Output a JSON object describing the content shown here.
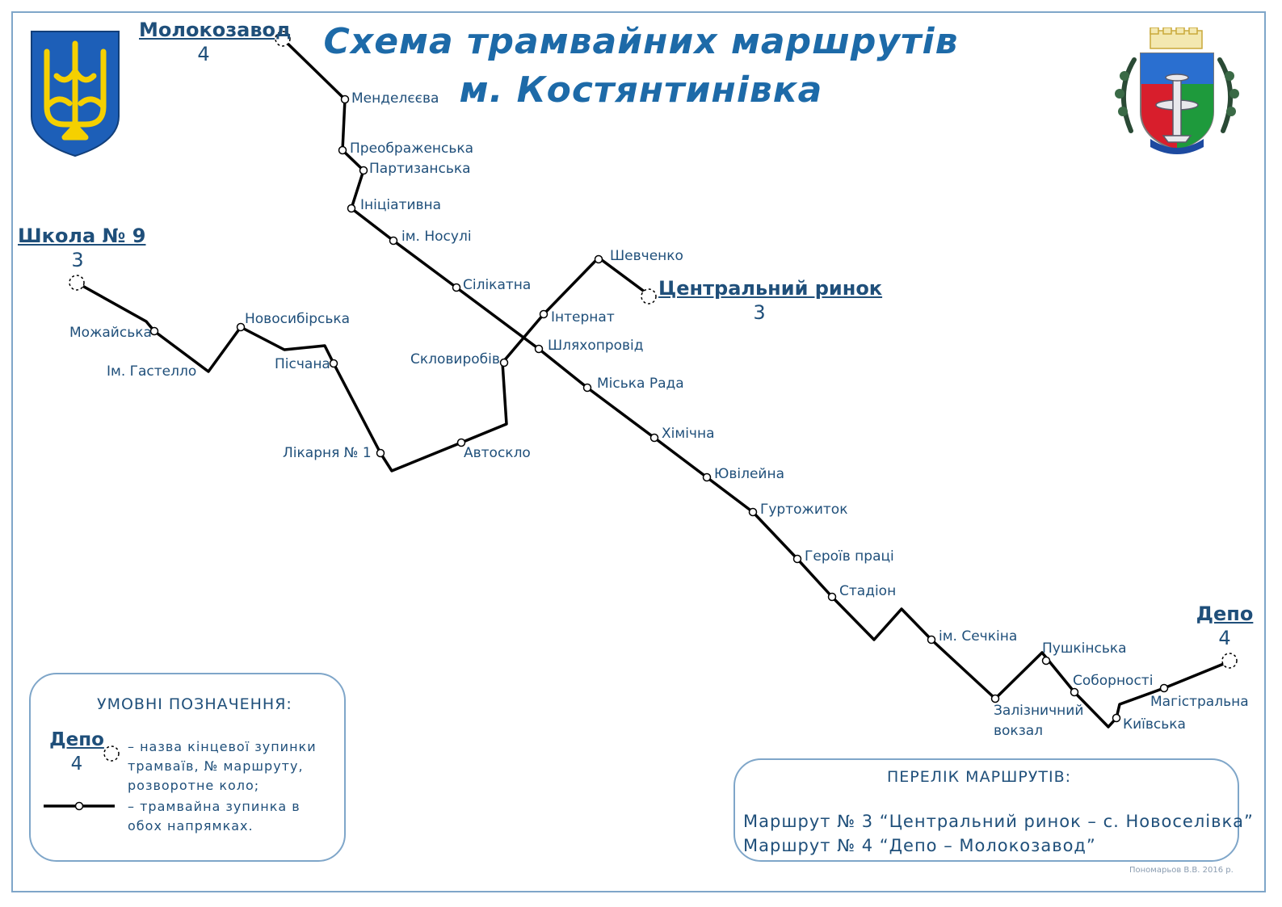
{
  "title": {
    "line1": "Схема трамвайних маршрутів",
    "line2": "м. Костянтинівка"
  },
  "colors": {
    "text": "#1f4f7a",
    "title": "#1d6aa8",
    "frame": "#7fa6c9",
    "line": "#000000",
    "coat_blue": "#1d5fb8",
    "coat_yellow": "#f5d000",
    "crest_red": "#d81e2c",
    "crest_green": "#1e9a3c"
  },
  "icons": {
    "left_emblem": "trident-coat-of-arms-icon",
    "right_emblem": "city-coat-of-arms-icon"
  },
  "terminals": {
    "molokozavod": {
      "name": "Молокозавод",
      "route": "4"
    },
    "shkola9": {
      "name": "Школа № 9",
      "route": "3"
    },
    "tsentralnyi_rynok": {
      "name": "Центральний ринок",
      "route": "3"
    },
    "depo": {
      "name": "Депо",
      "route": "4"
    }
  },
  "stops": {
    "mendelieieva": "Менделєєва",
    "preobrazhenska": "Преображенська",
    "partyzanska": "Партизанська",
    "initsiatyvna": "Ініціативна",
    "nosuli": "ім. Носулі",
    "silikatna": "Сілікатна",
    "shevchenko": "Шевченко",
    "internat": "Інтернат",
    "shliakhoprovid": "Шляхопровід",
    "sklovyrobiv": "Скловиробів",
    "miska_rada": "Міська Рада",
    "khimichna": "Хімічна",
    "yuvileina": "Ювілейна",
    "hurtozhytok": "Гуртожиток",
    "heroiv_pratsi": "Героїв праці",
    "stadion": "Стадіон",
    "sechkina": "ім. Сечкіна",
    "pushkinska": "Пушкінська",
    "sobornosti": "Соборності",
    "mahistralna": "Магістральна",
    "kyivska": "Київська",
    "zaliznychnyi_vokzal": "Залізничний вокзал",
    "mozhaiska": "Можайська",
    "hastello": "Ім. Гастелло",
    "novosybirska": "Новосибірська",
    "pischana": "Пісчана",
    "likarnia": "Лікарня № 1",
    "avtosklo": "Автоскло"
  },
  "legend": {
    "title": "УМОВНІ ПОЗНАЧЕННЯ:",
    "sample_name": "Депо",
    "sample_route": "4",
    "terminal_desc": "– назва кінцевої зупинки трамваїв, № маршруту, розворотне коло;",
    "stop_desc": "– трамвайна зупинка в обох напрямках."
  },
  "routes_list": {
    "title": "ПЕРЕЛІК МАРШРУТІВ:",
    "route3": "Маршрут № 3 “Центральний ринок – с. Новоселівка”",
    "route4": "Маршрут № 4 “Депо – Молокозавод”"
  },
  "credit": "Пономарьов В.В. 2016 р."
}
